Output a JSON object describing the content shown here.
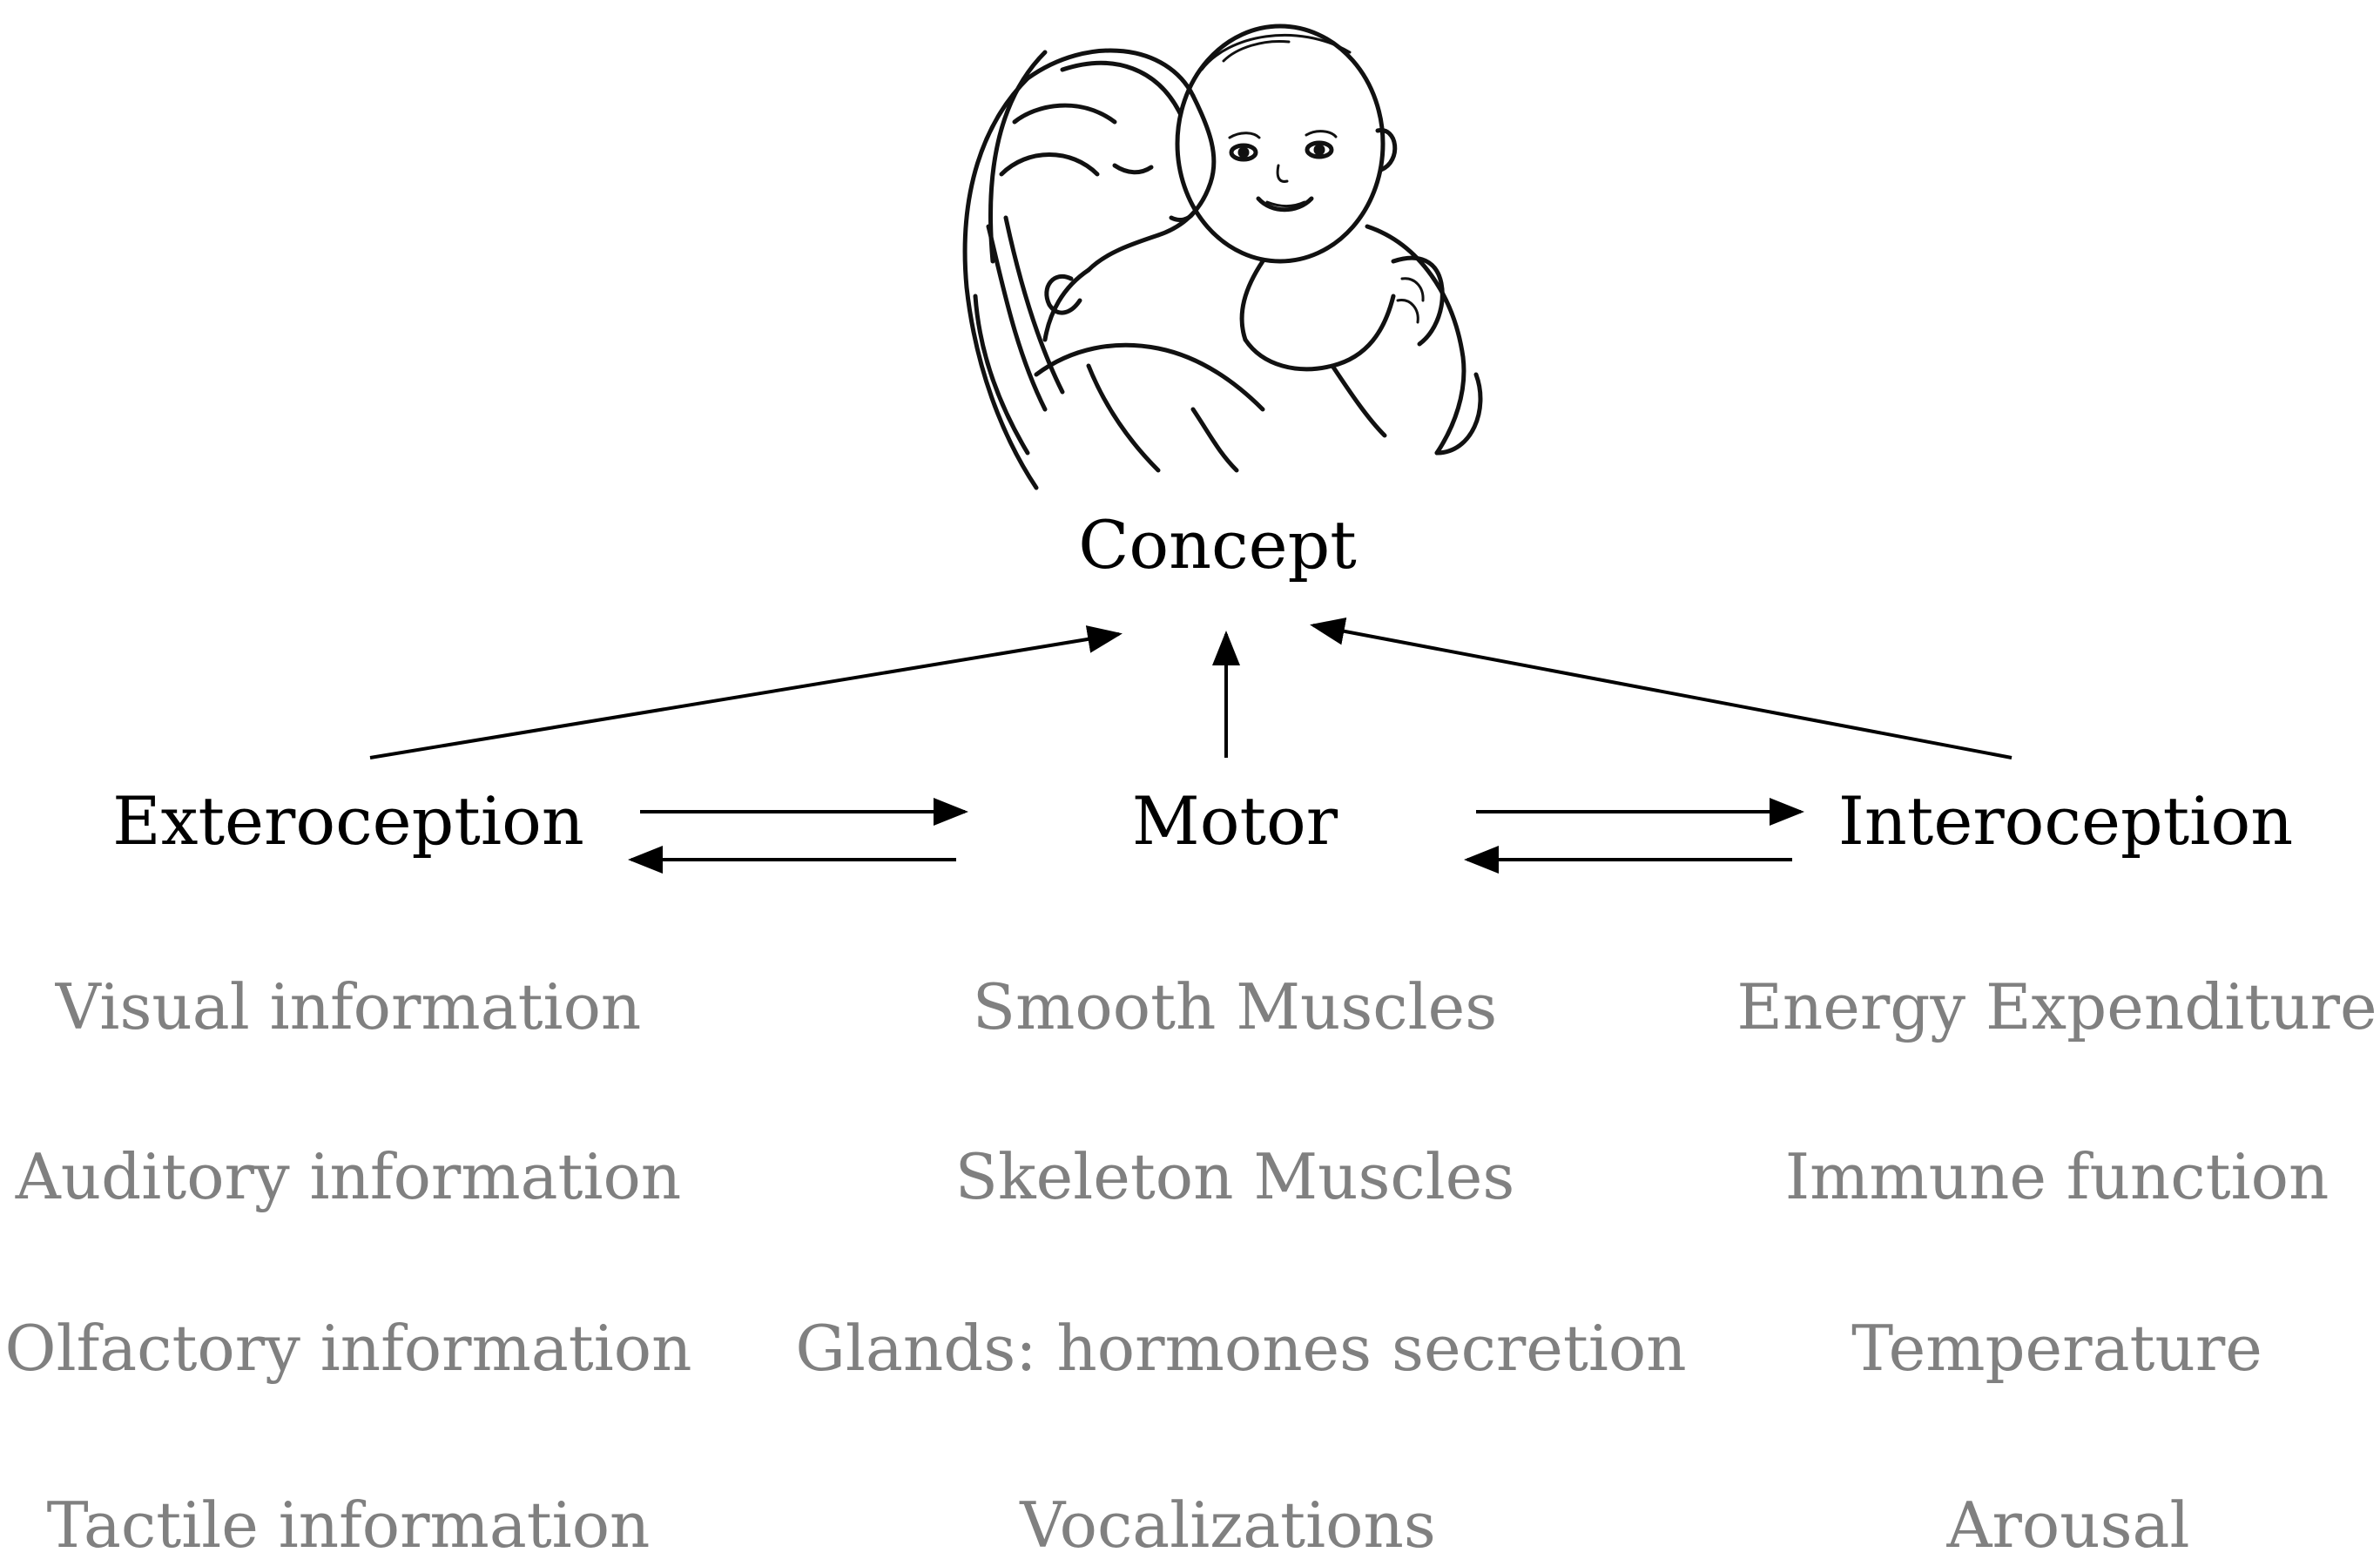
{
  "illustration": {
    "subject": "line drawing of a woman hugging a smiling baby"
  },
  "concept": {
    "label": "Concept"
  },
  "nodes": {
    "exteroception": {
      "label": "Exteroception",
      "items": [
        "Visual information",
        "Auditory information",
        "Olfactory information",
        "Tactile information"
      ]
    },
    "motor": {
      "label": "Motor",
      "items": [
        "Smooth Muscles",
        "Skeleton Muscles",
        "Glands: hormones secretion",
        "Vocalizations"
      ]
    },
    "interoception": {
      "label": "Interoception",
      "items": [
        "Energy Expenditure",
        "Immune function",
        "Temperature",
        "Arousal"
      ]
    }
  },
  "colors": {
    "primary_text": "#000000",
    "secondary_text": "#808080",
    "arrow": "#000000"
  }
}
